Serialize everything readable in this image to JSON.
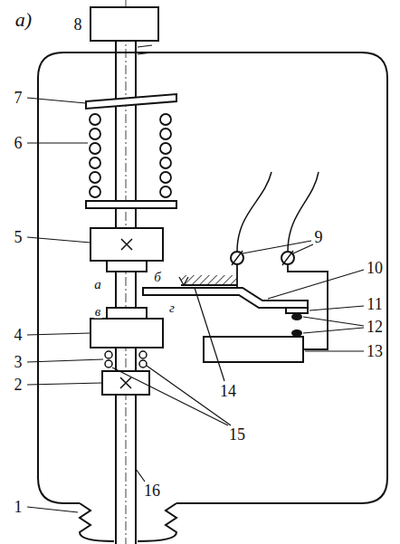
{
  "diagram": {
    "labels": [
      "а)",
      "8",
      "7",
      "6",
      "5",
      "а",
      "б",
      "в",
      "4",
      "г",
      "3",
      "2",
      "1",
      "16",
      "15",
      "14",
      "13",
      "12",
      "11",
      "10",
      "9"
    ]
  }
}
